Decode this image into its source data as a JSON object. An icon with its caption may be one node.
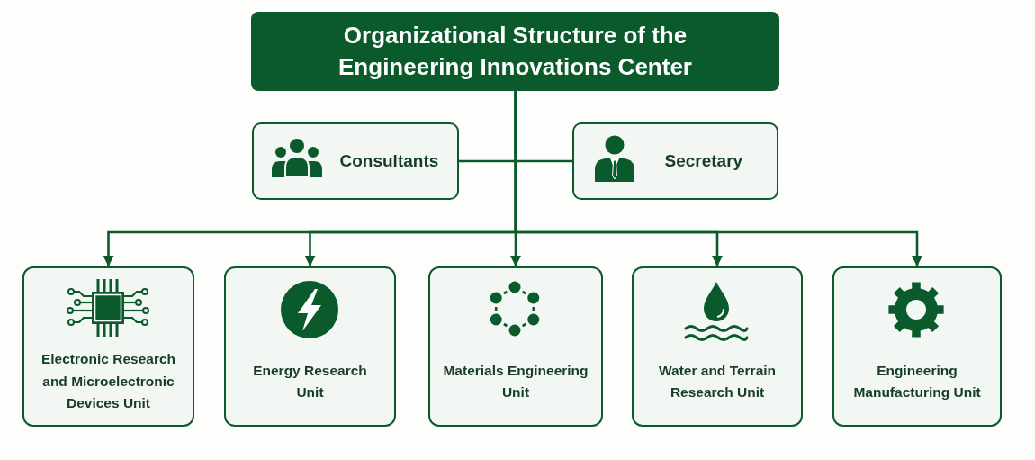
{
  "diagram": {
    "nodes": [
      {
        "text": [
          "Organizational Structure of the Engineering Innovations Center"
        ]
      },
      {
        "text": [
          "Consultants"
        ]
      },
      {
        "text": [
          "Secretary"
        ]
      },
      {
        "text": [
          "Electronic Research and Microelectronic Devices Unit"
        ]
      },
      {
        "text": [
          "Energy Research Unit"
        ]
      },
      {
        "text": [
          "Materials Engineering Unit"
        ]
      },
      {
        "text": [
          "Water and Terrain Research Unit"
        ]
      },
      {
        "text": [
          "Engineering Manufacturing Unit"
        ]
      }
    ],
    "edges": [
      {
        "from": 0,
        "to": 1,
        "arrow": "none"
      },
      {
        "from": 0,
        "to": 2,
        "arrow": "none"
      },
      {
        "from": 0,
        "to": 3,
        "arrow": "to"
      },
      {
        "from": 0,
        "to": 4,
        "arrow": "to"
      },
      {
        "from": 0,
        "to": 5,
        "arrow": "to"
      },
      {
        "from": 0,
        "to": 6,
        "arrow": "to"
      },
      {
        "from": 0,
        "to": 7,
        "arrow": "to"
      }
    ]
  }
}
